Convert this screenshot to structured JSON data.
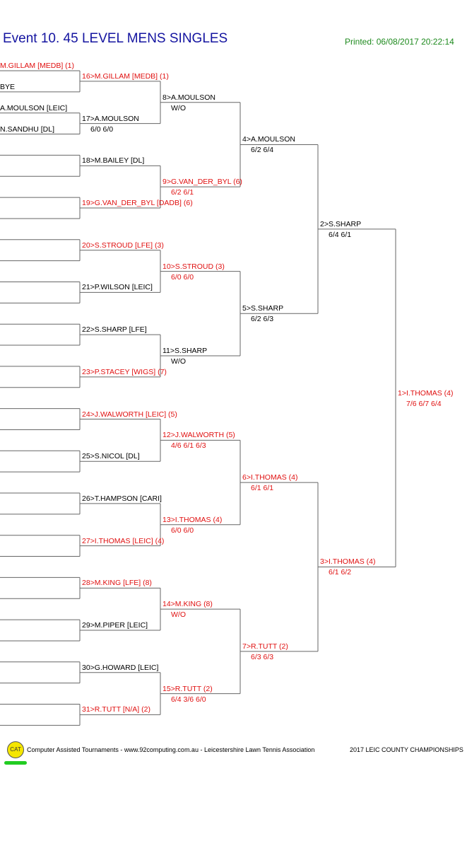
{
  "header": {
    "title": "Event 10. 45 LEVEL MENS SINGLES",
    "printed": "Printed: 06/08/2017 20:22:14"
  },
  "colors": {
    "title": "#1414a0",
    "printed": "#1e8a1e",
    "seeded": "#e01010",
    "line": "#666666"
  },
  "draw": {
    "r1": [
      {
        "name": "M.GILLAM [MEDB] (1)",
        "seeded": true
      },
      {
        "name": "BYE",
        "seeded": false
      },
      {
        "name": "A.MOULSON [LEIC]",
        "seeded": false
      },
      {
        "name": "N.SANDHU [DL]",
        "seeded": false
      }
    ],
    "r2": [
      {
        "name": "16>M.GILLAM [MEDB] (1)",
        "score": "",
        "seeded": true
      },
      {
        "name": "17>A.MOULSON",
        "score": "6/0 6/0",
        "seeded": false
      },
      {
        "name": "18>M.BAILEY [DL]",
        "score": "",
        "seeded": false
      },
      {
        "name": "19>G.VAN_DER_BYL [DADB] (6)",
        "score": "",
        "seeded": true
      },
      {
        "name": "20>S.STROUD [LFE] (3)",
        "score": "",
        "seeded": true
      },
      {
        "name": "21>P.WILSON [LEIC]",
        "score": "",
        "seeded": false
      },
      {
        "name": "22>S.SHARP [LFE]",
        "score": "",
        "seeded": false
      },
      {
        "name": "23>P.STACEY [WIGS] (7)",
        "score": "",
        "seeded": true
      },
      {
        "name": "24>J.WALWORTH [LEIC] (5)",
        "score": "",
        "seeded": true
      },
      {
        "name": "25>S.NICOL [DL]",
        "score": "",
        "seeded": false
      },
      {
        "name": "26>T.HAMPSON [CARI]",
        "score": "",
        "seeded": false
      },
      {
        "name": "27>I.THOMAS [LEIC] (4)",
        "score": "",
        "seeded": true
      },
      {
        "name": "28>M.KING [LFE] (8)",
        "score": "",
        "seeded": true
      },
      {
        "name": "29>M.PIPER [LEIC]",
        "score": "",
        "seeded": false
      },
      {
        "name": "30>G.HOWARD [LEIC]",
        "score": "",
        "seeded": false
      },
      {
        "name": "31>R.TUTT [N/A] (2)",
        "score": "",
        "seeded": true
      }
    ],
    "r3": [
      {
        "name": "8>A.MOULSON",
        "score": "W/O",
        "seeded": false
      },
      {
        "name": "9>G.VAN_DER_BYL (6)",
        "score": "6/2 6/1",
        "seeded": true
      },
      {
        "name": "10>S.STROUD (3)",
        "score": "6/0 6/0",
        "seeded": true
      },
      {
        "name": "11>S.SHARP",
        "score": "W/O",
        "seeded": false
      },
      {
        "name": "12>J.WALWORTH (5)",
        "score": "4/6 6/1 6/3",
        "seeded": true
      },
      {
        "name": "13>I.THOMAS (4)",
        "score": "6/0 6/0",
        "seeded": true
      },
      {
        "name": "14>M.KING (8)",
        "score": "W/O",
        "seeded": true
      },
      {
        "name": "15>R.TUTT (2)",
        "score": "6/4 3/6 6/0",
        "seeded": true
      }
    ],
    "r4": [
      {
        "name": "4>A.MOULSON",
        "score": "6/2 6/4",
        "seeded": false
      },
      {
        "name": "5>S.SHARP",
        "score": "6/2 6/3",
        "seeded": false
      },
      {
        "name": "6>I.THOMAS (4)",
        "score": "6/1 6/1",
        "seeded": true
      },
      {
        "name": "7>R.TUTT (2)",
        "score": "6/3 6/3",
        "seeded": true
      }
    ],
    "r5": [
      {
        "name": "2>S.SHARP",
        "score": "6/4 6/1",
        "seeded": false
      },
      {
        "name": "3>I.THOMAS (4)",
        "score": "6/1 6/2",
        "seeded": true
      }
    ],
    "r6": [
      {
        "name": "1>I.THOMAS (4)",
        "score": "7/6 6/7 6/4",
        "seeded": true
      }
    ]
  },
  "footer": {
    "logo_text": "CAT",
    "credits": "Computer Assisted Tournaments - www.92computing.com.au -  Leicestershire Lawn Tennis Association",
    "event": "2017 LEIC COUNTY CHAMPIONSHIPS"
  }
}
